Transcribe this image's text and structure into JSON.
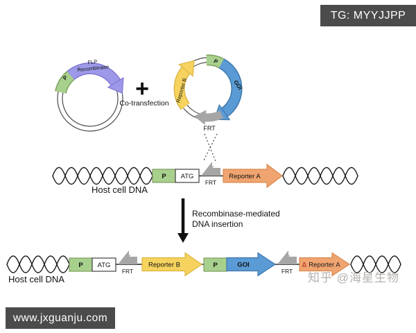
{
  "overlays": {
    "top_banner": "TG: MYYJJPP",
    "bottom_banner": "www.jxguanju.com",
    "watermark": "知乎 @海星生物"
  },
  "plasmids": {
    "flp_plasmid": {
      "promoter": "P",
      "gene_line1": "FLP",
      "gene_line2": "Recombinase"
    },
    "plus_sign": "+",
    "cotransfection_label": "Co-transfection",
    "donor_plasmid": {
      "promoter": "P",
      "goi": "GOI",
      "reporter_b": "Reporter B",
      "frt": "FRT"
    }
  },
  "host_dna_before": {
    "label": "Host cell DNA",
    "promoter": "P",
    "atg": "ATG",
    "frt": "FRT",
    "reporter_a": "Reporter A"
  },
  "process": {
    "line1": "Recombinase-mediated",
    "line2": "DNA insertion"
  },
  "host_dna_after": {
    "label": "Host cell DNA",
    "promoter1": "P",
    "atg": "ATG",
    "frt1": "FRT",
    "reporter_b": "Reporter B",
    "promoter2": "P",
    "goi": "GOI",
    "frt2": "FRT",
    "delta": "Δ",
    "reporter_a": "Reporter A"
  },
  "colors": {
    "promoter_green": "#a8d08d",
    "flp_purple": "#9d99e8",
    "goi_blue": "#5b9bd5",
    "reporter_b_yellow": "#f6d35e",
    "reporter_a_orange": "#f0a470",
    "frt_gray": "#a6a6a6",
    "banner_gray": "#4b4b4b",
    "delta_red": "#c43c2a"
  }
}
